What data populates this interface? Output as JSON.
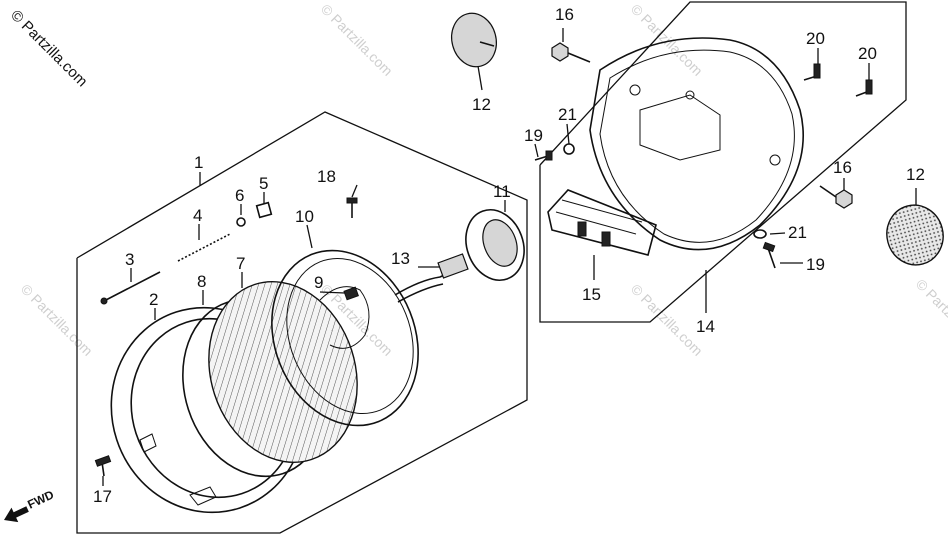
{
  "watermark": {
    "main": "© Partzilla.com",
    "faint": "© Partzilla.com"
  },
  "fwd_label": "FWD",
  "icons": {
    "fwd_arrow": "left-arrow-icon"
  },
  "callouts": {
    "c1": "1",
    "c2": "2",
    "c3": "3",
    "c4": "4",
    "c5": "5",
    "c6": "6",
    "c7": "7",
    "c8": "8",
    "c9": "9",
    "c10": "10",
    "c11": "11",
    "c12a": "12",
    "c12b": "12",
    "c13": "13",
    "c14": "14",
    "c15": "15",
    "c16a": "16",
    "c16b": "16",
    "c17": "17",
    "c18": "18",
    "c19a": "19",
    "c19b": "19",
    "c20a": "20",
    "c20b": "20",
    "c21a": "21",
    "c21b": "21"
  }
}
